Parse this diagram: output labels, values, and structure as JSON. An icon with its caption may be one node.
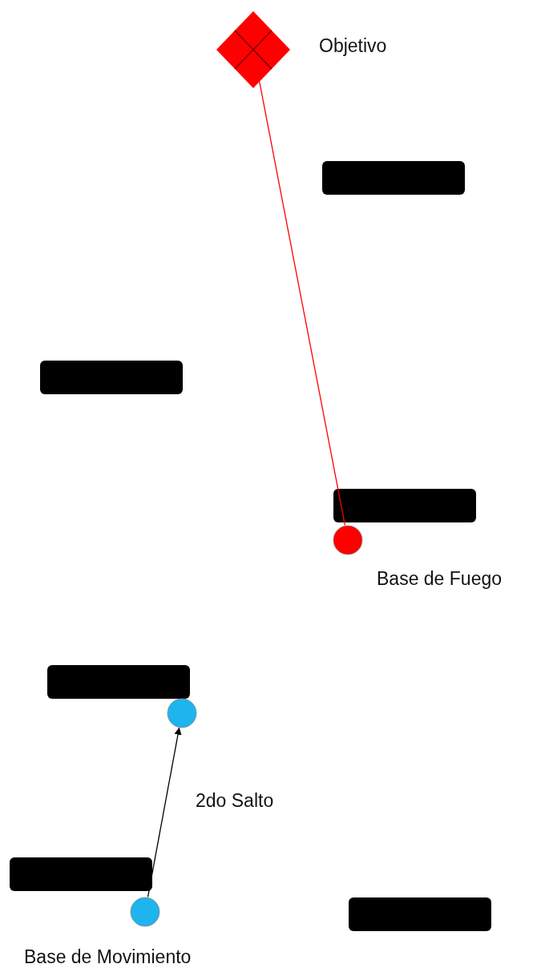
{
  "diagram": {
    "nodes": [
      {
        "text": [
          "Objetivo"
        ]
      },
      {
        "text": [
          "Base de Fuego"
        ]
      },
      {
        "text": [],
        "shape": "circle"
      },
      {
        "text": [
          "Base de Movimiento"
        ]
      }
    ],
    "edges": [
      {
        "from": 1,
        "to": 0,
        "arrow": "none",
        "color": "#ff0000"
      },
      {
        "from": 3,
        "to": 2,
        "arrow": "to",
        "label": "2do Salto",
        "color": "#000000"
      }
    ]
  }
}
